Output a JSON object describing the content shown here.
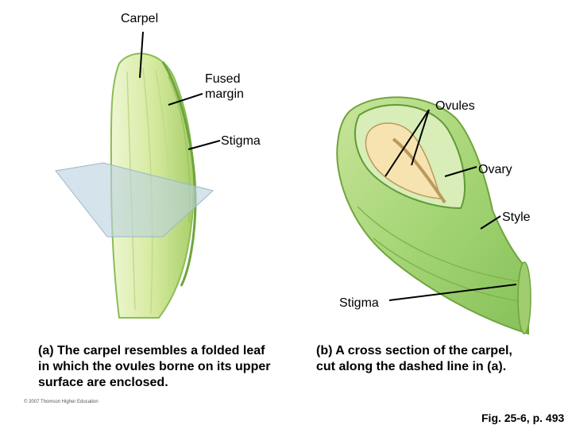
{
  "labels": {
    "carpel": "Carpel",
    "fused_margin": "Fused\nmargin",
    "ovules": "Ovules",
    "stigma_a": "Stigma",
    "ovary": "Ovary",
    "style": "Style",
    "stigma_b": "Stigma"
  },
  "captions": {
    "a": "(a) The carpel resembles a folded leaf in which the ovules borne on its upper surface are enclosed.",
    "b": "(b) A cross section of the carpel, cut along the dashed line in (a)."
  },
  "copyright": "© 2007 Thomson Higher Education",
  "figure_ref": "Fig. 25-6, p. 493",
  "colors": {
    "leaf_light": "#dfeeb6",
    "leaf_mid": "#b9d97c",
    "leaf_dark": "#7fb24a",
    "ovary_green": "#9bcf6d",
    "ovule_cream": "#f6e3b0",
    "plane": "#b9d1e0"
  }
}
